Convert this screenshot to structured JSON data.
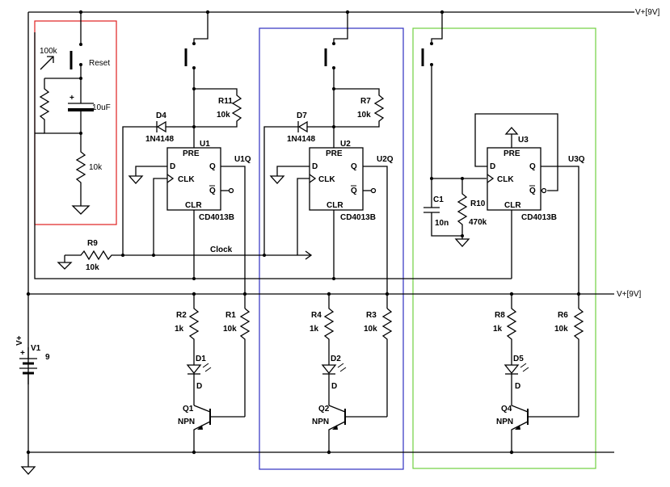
{
  "rails": {
    "top": "V+[9V]",
    "mid": "V+[9V]"
  },
  "reset": {
    "pot_label": "100k",
    "switch_label": "Reset",
    "cap_plus": "+",
    "cap_label": "10uF",
    "res_label": "10k"
  },
  "stages": [
    {
      "id": "U1",
      "res_top": "R11",
      "res_top_val": "10k",
      "diode": "D4",
      "diode_type": "1N4148",
      "part": "CD4013B",
      "out": "U1Q",
      "pins": {
        "pre": "PRE",
        "d": "D",
        "clk": "CLK",
        "q": "Q",
        "qbar": "Q",
        "clr": "CLR"
      },
      "rled": "R2",
      "rled_val": "1k",
      "rbase": "R1",
      "rbase_val": "10k",
      "led": "D1",
      "led_sub": "D",
      "q": "Q1",
      "q_type": "NPN"
    },
    {
      "id": "U2",
      "res_top": "R7",
      "res_top_val": "10k",
      "diode": "D7",
      "diode_type": "1N4148",
      "part": "CD4013B",
      "out": "U2Q",
      "pins": {
        "pre": "PRE",
        "d": "D",
        "clk": "CLK",
        "q": "Q",
        "qbar": "Q",
        "clr": "CLR"
      },
      "rled": "R4",
      "rled_val": "1k",
      "rbase": "R3",
      "rbase_val": "10k",
      "led": "D2",
      "led_sub": "D",
      "q": "Q2",
      "q_type": "NPN"
    },
    {
      "id": "U3",
      "part": "CD4013B",
      "out": "U3Q",
      "pins": {
        "pre": "PRE",
        "d": "D",
        "clk": "CLK",
        "q": "Q",
        "qbar": "Q",
        "clr": "CLR"
      },
      "cap": "C1",
      "cap_val": "10n",
      "res": "R10",
      "res_val": "470k",
      "rled": "R8",
      "rled_val": "1k",
      "rbase": "R6",
      "rbase_val": "10k",
      "led": "D5",
      "led_sub": "D",
      "q": "Q4",
      "q_type": "NPN"
    }
  ],
  "clock": {
    "res": "R9",
    "res_val": "10k",
    "net": "Clock"
  },
  "battery": {
    "label": "V+",
    "name": "V1",
    "value": "9",
    "plus": "+"
  },
  "colors": {
    "reset_box": "#e02020",
    "u2_box": "#3030c0",
    "u3_box": "#70d040"
  }
}
